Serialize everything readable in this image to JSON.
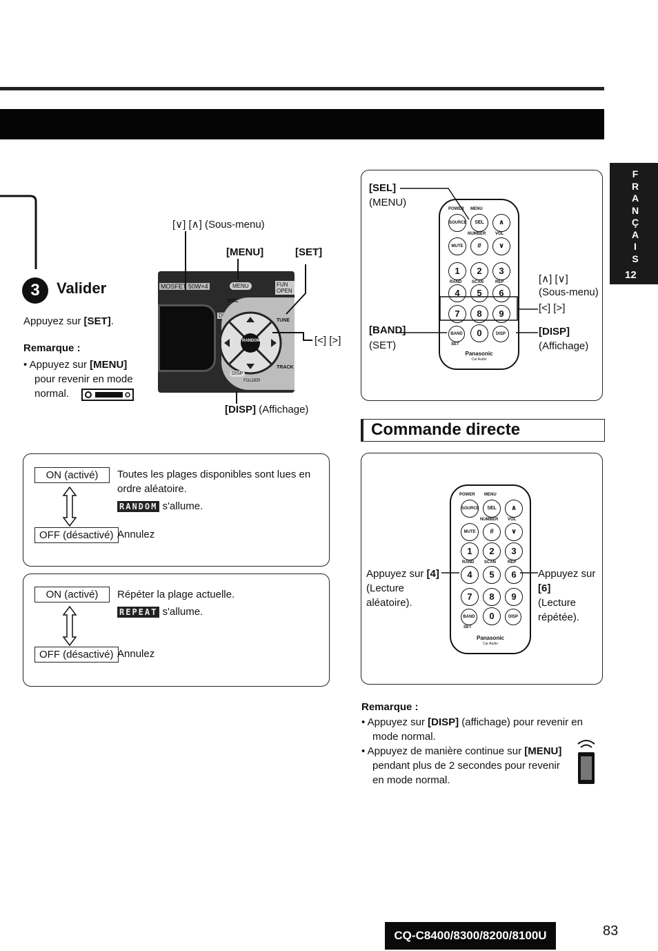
{
  "side_tab": {
    "letters": [
      "F",
      "R",
      "A",
      "N",
      "Ç",
      "A",
      "I",
      "S"
    ],
    "number": "12"
  },
  "valider": {
    "step": "3",
    "title": "Valider",
    "instruction_pre": "Appuyez sur ",
    "instruction_key": "[SET]",
    "instruction_post": ".",
    "remark_title": "Remarque :",
    "remark_pre": "Appuyez sur ",
    "remark_key": "[MENU]",
    "remark_line2": "pour revenir en mode",
    "remark_line3": "normal."
  },
  "unit_labels": {
    "submenu": "[∨] [∧] (Sous-menu)",
    "menu": "[MENU]",
    "set": "[SET]",
    "lr": "[<] [>]",
    "disp_key": "[DISP]",
    "disp_text": " (Affichage)",
    "panel_texts": [
      "MOSFET 50W×4",
      "MENU",
      "FUN OPEN",
      "DIM",
      "RANDOM",
      "TUNE",
      "DISC",
      "TRACK",
      "FOLDER",
      "DISP"
    ]
  },
  "remote_panel": {
    "sel_key": "[SEL]",
    "sel_text": "(MENU)",
    "band_key": "[BAND]",
    "band_text": "(SET)",
    "updown": "[∧] [∨]",
    "updown_text": "(Sous-menu)",
    "lr": "[<] [>]",
    "disp_key": "[DISP]",
    "disp_text": "(Affichage)"
  },
  "remote": {
    "top_labels": [
      "POWER",
      "MENU"
    ],
    "row1": [
      "SOURCE",
      "SEL",
      "∧"
    ],
    "mid_labels": [
      "NUMBER",
      "VOL"
    ],
    "row2": [
      "MUTE",
      "#",
      "∨"
    ],
    "row3": [
      "1",
      "2",
      "3"
    ],
    "row_labels": [
      "RAND",
      "SCAN",
      "REP"
    ],
    "row4": [
      "4",
      "5",
      "6"
    ],
    "row5": [
      "7",
      "8",
      "9"
    ],
    "row6": [
      "BAND",
      "0",
      "DISP"
    ],
    "set_label": "SET",
    "brand": "Panasonic",
    "sub_brand": "Car Audio"
  },
  "commande_directe": {
    "title": "Commande directe",
    "left_pre": "Appuyez sur ",
    "left_key": "[4]",
    "left_lines": [
      "(Lecture",
      "aléatoire)."
    ],
    "right_pre": "Appuyez sur",
    "right_key": "[6]",
    "right_lines": [
      "(Lecture",
      "répétée)."
    ]
  },
  "random_box": {
    "on": "ON (activé)",
    "off": "OFF (désactivé)",
    "text1": "Toutes les plages disponibles sont lues en",
    "text2": "ordre aléatoire.",
    "indicator": "RANDOM",
    "lights": " s'allume.",
    "cancel": "Annulez"
  },
  "repeat_box": {
    "on": "ON (activé)",
    "off": "OFF (désactivé)",
    "text1": "Répéter la plage actuelle.",
    "indicator": "REPEAT",
    "lights": " s'allume.",
    "cancel": "Annulez"
  },
  "remarque2": {
    "title": "Remarque :",
    "b1_pre": "Appuyez sur ",
    "b1_key": "[DISP]",
    "b1_post": " (affichage) pour revenir en",
    "b1_line2": "mode normal.",
    "b2_pre": "Appuyez de manière continue sur ",
    "b2_key": "[MENU]",
    "b2_line2": "pendant plus de 2 secondes pour revenir",
    "b2_line3": "en mode normal."
  },
  "footer": {
    "model": "CQ-C8400/8300/8200/8100U",
    "page": "83"
  }
}
